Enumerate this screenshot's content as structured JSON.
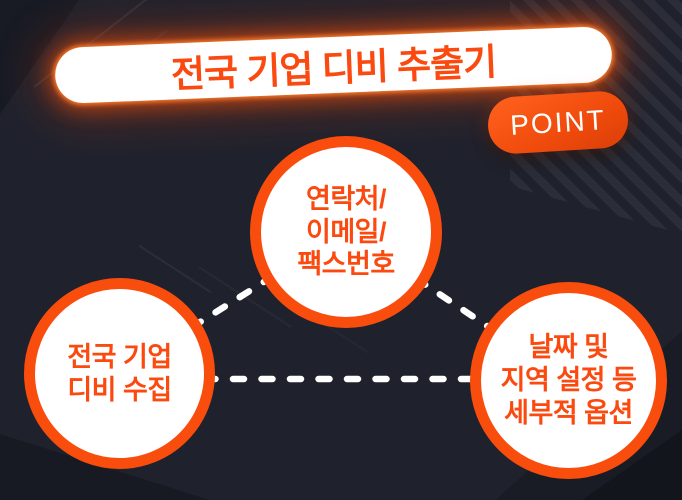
{
  "meta": {
    "language": "ko",
    "kind": "promotional-infographic"
  },
  "colors": {
    "background": "#1f222d",
    "accent_orange": "#fb4a10",
    "ring_orange": "#f94d0e",
    "badge_orange": "#ef4a0c",
    "connector": "#ffffff",
    "banner_fill": "#ffffff"
  },
  "banner": {
    "title": "전국 기업 디비 추출기"
  },
  "point_badge": {
    "label": "POINT"
  },
  "nodes": [
    {
      "id": "db-collection",
      "lines": [
        "전국 기업",
        "디비 수집"
      ]
    },
    {
      "id": "contact-info",
      "lines": [
        "연락처/",
        "이메일/",
        "팩스번호"
      ]
    },
    {
      "id": "detail-options",
      "lines": [
        "날짜 및",
        "지역 설정 등",
        "세부적 옵션"
      ]
    }
  ]
}
